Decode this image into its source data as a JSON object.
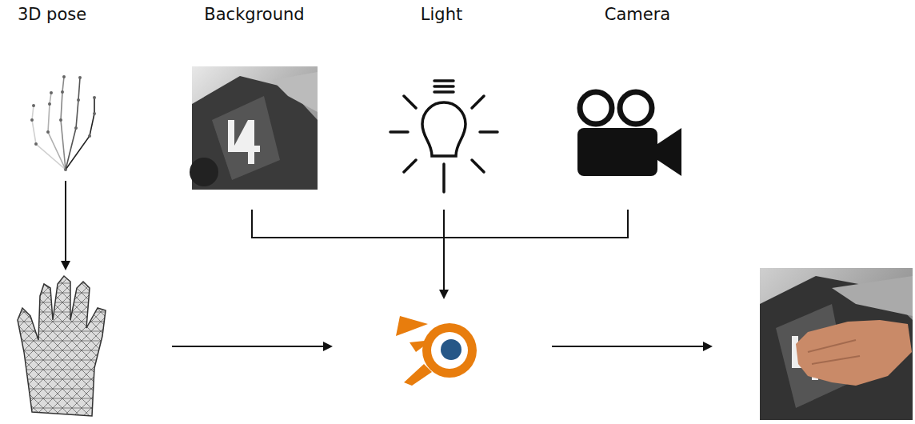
{
  "diagram": {
    "labels": [
      "3D pose",
      "Background",
      "Light",
      "Camera"
    ]
  }
}
